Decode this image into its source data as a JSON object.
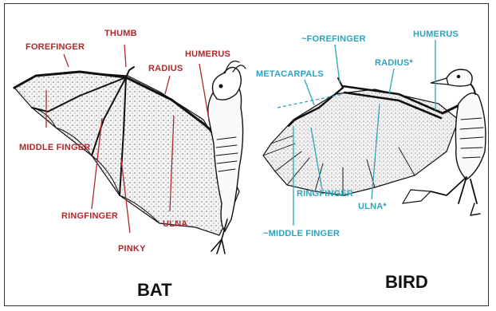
{
  "colors": {
    "bat_label": "#b0282b",
    "bird_label": "#2ba4be",
    "title": "#111111"
  },
  "bat": {
    "title": "BAT",
    "labels": {
      "forefinger": "FOREFINGER",
      "thumb": "THUMB",
      "radius": "RADIUS",
      "humerus": "HUMERUS",
      "middle_finger": "MIDDLE FINGER",
      "ringfinger": "RINGFINGER",
      "pinky": "PINKY",
      "ulna": "ULNA"
    }
  },
  "bird": {
    "title": "BIRD",
    "labels": {
      "forefinger": "~FOREFINGER",
      "humerus": "HUMERUS",
      "metacarpals": "METACARPALS",
      "radius": "RADIUS*",
      "ringfinger": "RINGFINGER",
      "ulna": "ULNA*",
      "middle_finger": "~MIDDLE FINGER"
    }
  }
}
